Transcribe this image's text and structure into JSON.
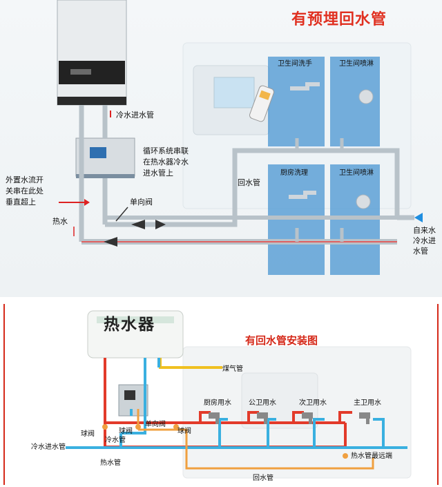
{
  "top": {
    "title": "有预埋回水管",
    "fixtures": [
      "卫生间洗手",
      "卫生间喷淋",
      "厨房洗理",
      "卫生间喷淋"
    ],
    "labels": {
      "cold_in_pipe": "冷水进水管",
      "circulation_line1": "循环系统串联",
      "circulation_line2": "在热水器冷水",
      "circulation_line3": "进水管上",
      "external_line1": "外置水流开",
      "external_line2": "关串在此处",
      "external_line3": "垂直超上",
      "check_valve": "单向阀",
      "return_pipe": "回水管",
      "hot_water": "热水",
      "tap_line1": "自来水",
      "tap_line2": "冷水进",
      "tap_line3": "水管"
    },
    "colors": {
      "title": "#e03020",
      "pipe_cold": "#3fa0d8",
      "pipe_hot": "#e04040",
      "wall": "#3f8ccc"
    }
  },
  "bottom": {
    "title": "有回水管安装图",
    "heater_label": "热水器",
    "labels": {
      "gas_pipe": "煤气管",
      "kitchen": "厨房用水",
      "public_bath": "公卫用水",
      "second_bath": "次卫用水",
      "master_bath": "主卫用水",
      "ball_valve_left": "球阀",
      "ball_valve_mid": "球阀",
      "ball_valve_right": "球阀",
      "check_valve": "单向阀",
      "cold_in_small": "冷水管",
      "cold_in_main": "冷水进水管",
      "hot_pipe": "热水管",
      "farthest": "热水管最远端",
      "return_pipe": "回水管"
    },
    "colors": {
      "title": "#d52818",
      "hot": "#e23a2a",
      "cold": "#3ab0e0",
      "gas": "#f0c020",
      "return": "#f0a040"
    }
  }
}
